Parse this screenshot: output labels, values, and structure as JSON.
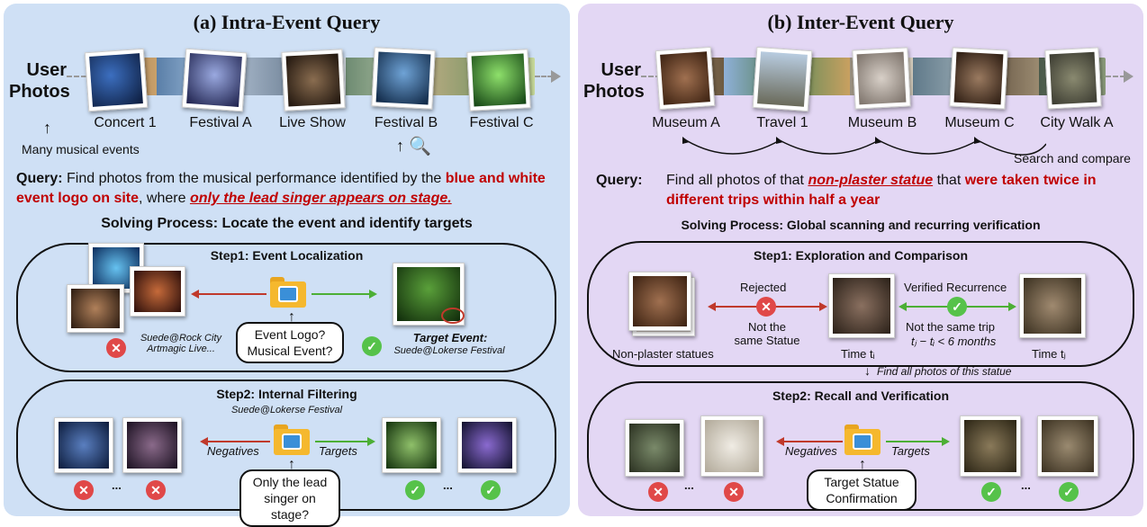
{
  "panel_a": {
    "title": "(a) Intra-Event Query",
    "user_photos": "User\nPhotos",
    "events": [
      "Concert 1",
      "Festival A",
      "Live Show",
      "Festival B",
      "Festival C"
    ],
    "note": "Many musical events",
    "query_label": "Query:",
    "query_part1": "Find photos from the musical performance identified by the ",
    "query_red1": "blue and white event logo on site",
    "query_part2": ", where ",
    "query_red2": "only the lead singer appears on stage.",
    "solving": "Solving Process: Locate the event and identify targets",
    "step1": {
      "title": "Step1: Event Localization",
      "question": "Event Logo?\nMusical Event?",
      "reject_caption": "Suede@Rock City\nArtmagic Live...",
      "target_label": "Target Event:",
      "target_value": "Suede@Lokerse Festival"
    },
    "step2": {
      "title": "Step2: Internal Filtering",
      "subtitle": "Suede@Lokerse Festival",
      "negatives": "Negatives",
      "targets": "Targets",
      "question": "Only the lead\nsinger on stage?",
      "ellipsis": "..."
    }
  },
  "panel_b": {
    "title": "(b) Inter-Event Query",
    "user_photos": "User\nPhotos",
    "events": [
      "Museum A",
      "Travel 1",
      "Museum B",
      "Museum C",
      "City Walk A"
    ],
    "note": "Search and compare",
    "query_label": "Query:",
    "query_part1": "Find all photos of that ",
    "query_red1": "non-plaster statue",
    "query_part2": " that ",
    "query_red2": "were taken twice in different trips within half a year",
    "solving": "Solving Process: Global scanning and recurring verification",
    "step1": {
      "title": "Step1: Exploration and Comparison",
      "rejected": "Rejected",
      "not_same": "Not the\nsame Statue",
      "verified": "Verified Recurrence",
      "not_trip": "Not the same trip",
      "formula": "tⱼ − tᵢ < 6 months",
      "nonplaster": "Non-plaster statues",
      "time_i": "Time tᵢ",
      "time_j": "Time tⱼ",
      "find_all": "Find all photos of this statue"
    },
    "step2": {
      "title": "Step2: Recall and Verification",
      "negatives": "Negatives",
      "targets": "Targets",
      "question": "Target Statue\nConfirmation",
      "ellipsis": "..."
    }
  },
  "colors": {
    "red": "#c00000",
    "green_arrow": "#4caf35",
    "red_arrow": "#c0392b",
    "panel_a": "#cfe0f5",
    "panel_b": "#e3d7f4"
  }
}
